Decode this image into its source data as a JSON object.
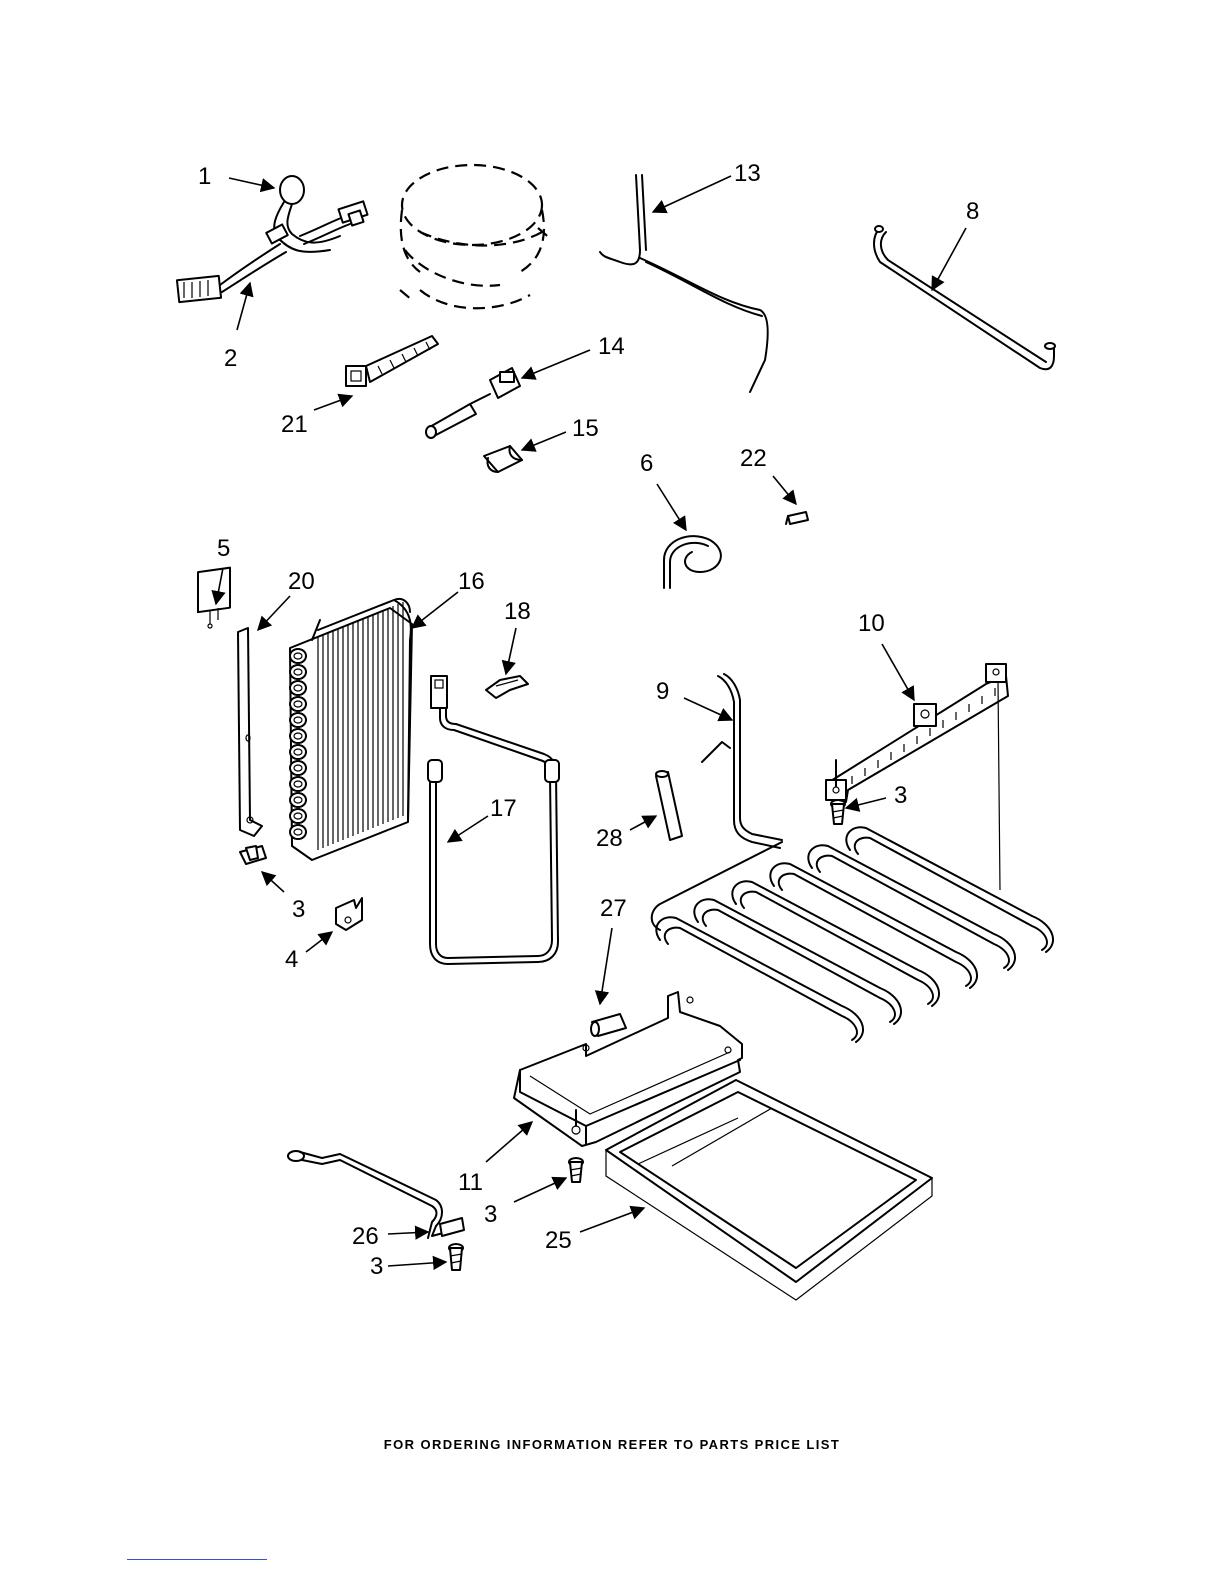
{
  "diagram": {
    "callouts": [
      {
        "id": "p1",
        "number": "1"
      },
      {
        "id": "p2",
        "number": "2"
      },
      {
        "id": "p13",
        "number": "13"
      },
      {
        "id": "p8",
        "number": "8"
      },
      {
        "id": "p14",
        "number": "14"
      },
      {
        "id": "p21",
        "number": "21"
      },
      {
        "id": "p15",
        "number": "15"
      },
      {
        "id": "p6",
        "number": "6"
      },
      {
        "id": "p22",
        "number": "22"
      },
      {
        "id": "p5",
        "number": "5"
      },
      {
        "id": "p20",
        "number": "20"
      },
      {
        "id": "p16",
        "number": "16"
      },
      {
        "id": "p18",
        "number": "18"
      },
      {
        "id": "p10",
        "number": "10"
      },
      {
        "id": "p9",
        "number": "9"
      },
      {
        "id": "p3a",
        "number": "3"
      },
      {
        "id": "p17",
        "number": "17"
      },
      {
        "id": "p28",
        "number": "28"
      },
      {
        "id": "p3b",
        "number": "3"
      },
      {
        "id": "p27",
        "number": "27"
      },
      {
        "id": "p4",
        "number": "4"
      },
      {
        "id": "p11",
        "number": "11"
      },
      {
        "id": "p3c",
        "number": "3"
      },
      {
        "id": "p26",
        "number": "26"
      },
      {
        "id": "p25",
        "number": "25"
      },
      {
        "id": "p3d",
        "number": "3"
      }
    ]
  },
  "footer": {
    "text": "FOR ORDERING INFORMATION REFER TO PARTS PRICE LIST"
  }
}
